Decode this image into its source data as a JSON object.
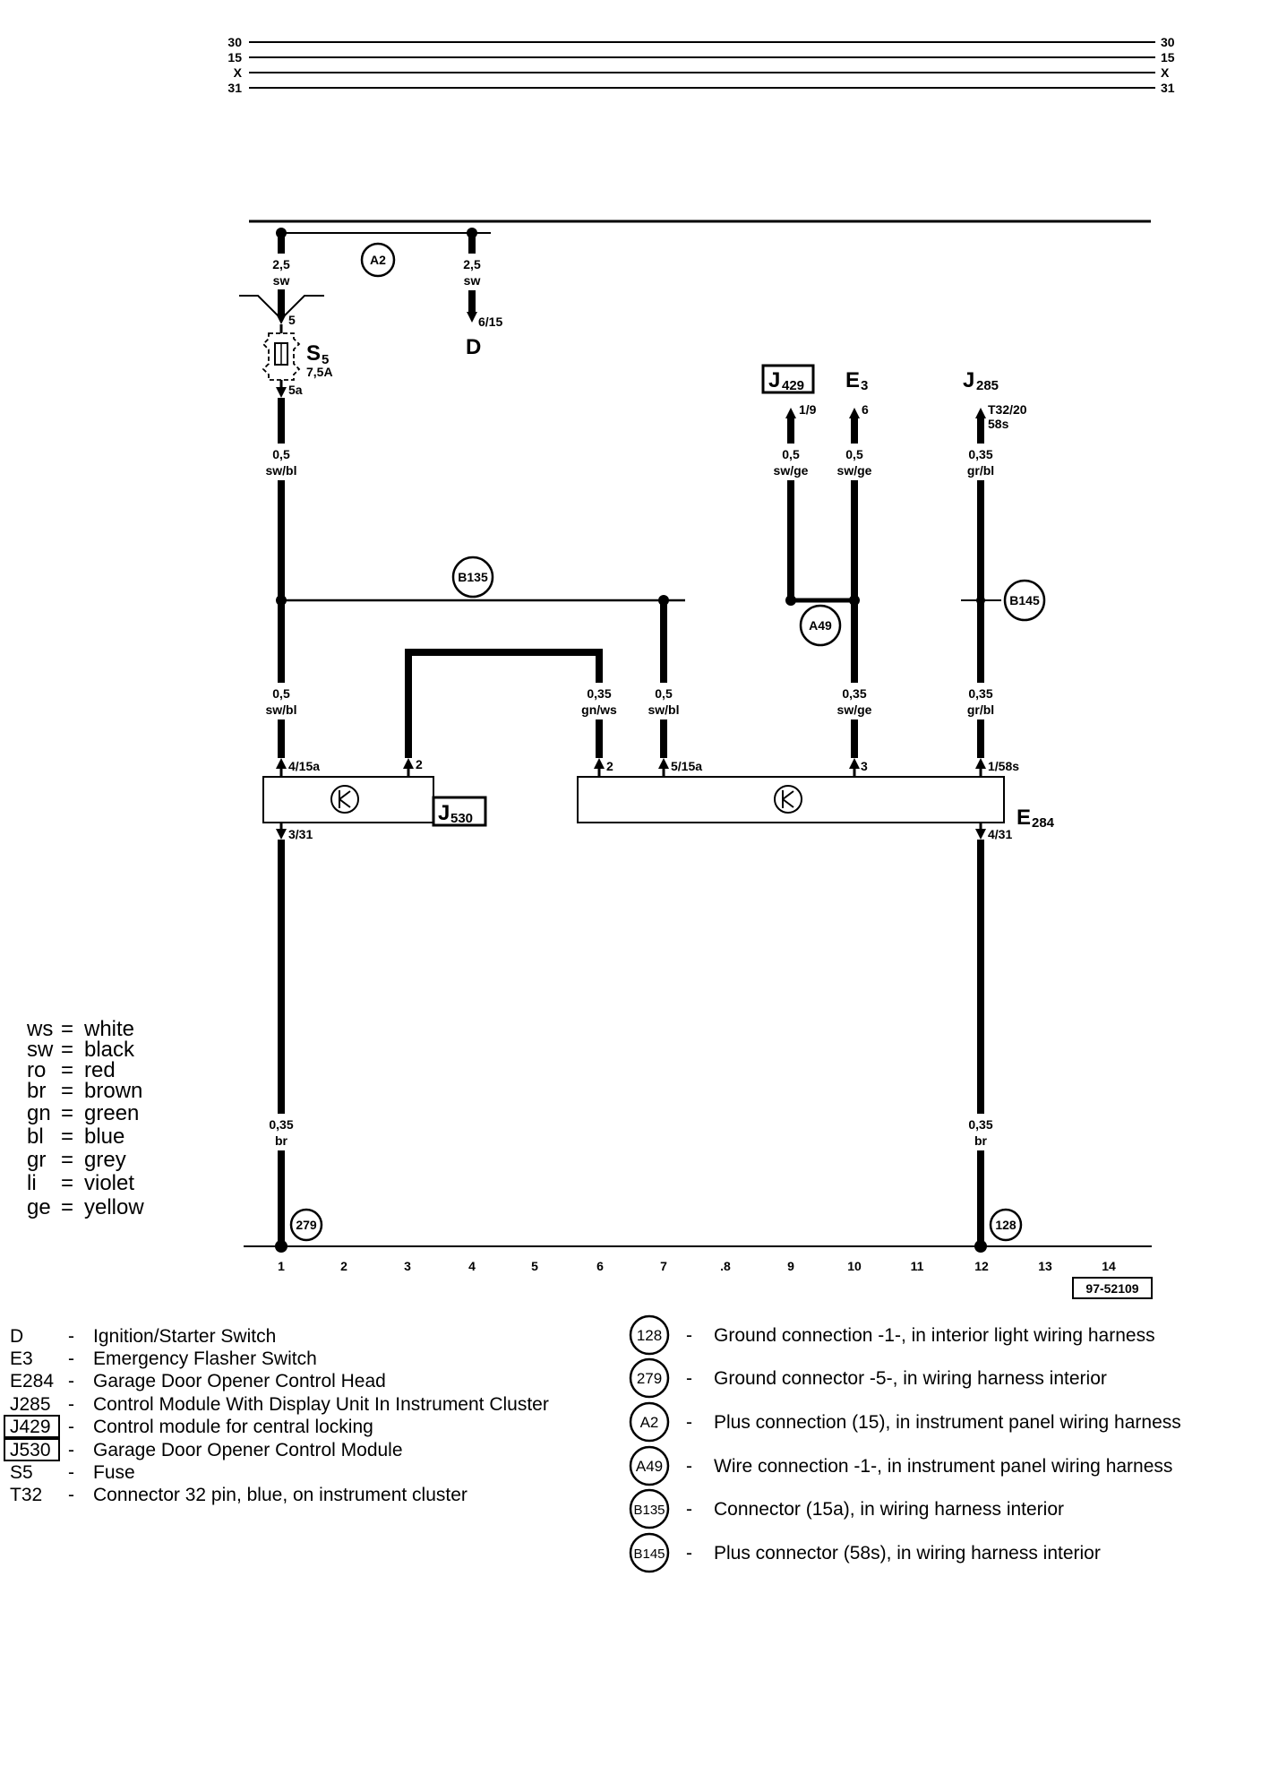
{
  "rails": {
    "left": [
      "30",
      "15",
      "X",
      "31"
    ],
    "right": [
      "30",
      "15",
      "X",
      "31"
    ]
  },
  "components": {
    "d": {
      "name": "D",
      "pin": "6/15"
    },
    "s5": {
      "name": "S",
      "sub": "5",
      "rating": "7,5A",
      "pin_top": "5",
      "pin_bottom": "5a"
    },
    "j429": {
      "name": "J",
      "sub": "429",
      "pin": "1/9"
    },
    "e3": {
      "name": "E",
      "sub": "3",
      "pin": "6"
    },
    "j285": {
      "name": "J",
      "sub": "285",
      "pin": "T32/20",
      "pin2": "58s"
    },
    "j530": {
      "name": "J",
      "sub": "530",
      "pin_left": "4/15a",
      "pin_mid": "2",
      "pin_bottom": "3/31"
    },
    "e284": {
      "name": "E",
      "sub": "284",
      "pin_left": "2",
      "pin_b135": "5/15a",
      "pin_e3": "3",
      "pin_right": "1/58s",
      "pin_bottom": "4/31"
    }
  },
  "wires": [
    {
      "size": "2,5",
      "color": "sw"
    },
    {
      "size": "2,5",
      "color": "sw"
    },
    {
      "size": "0,5",
      "color": "sw/bl"
    },
    {
      "size": "0,5",
      "color": "sw/ge"
    },
    {
      "size": "0,5",
      "color": "sw/ge"
    },
    {
      "size": "0,35",
      "color": "gr/bl"
    },
    {
      "size": "0,5",
      "color": "sw/bl"
    },
    {
      "size": "0,35",
      "color": "gn/ws"
    },
    {
      "size": "0,5",
      "color": "sw/bl"
    },
    {
      "size": "0,35",
      "color": "sw/ge"
    },
    {
      "size": "0,35",
      "color": "gr/bl"
    },
    {
      "size": "0,35",
      "color": "br"
    },
    {
      "size": "0,35",
      "color": "br"
    }
  ],
  "connections": {
    "a2": "A2",
    "b135": "B135",
    "a49": "A49",
    "b145": "B145",
    "g279": "279",
    "g128": "128"
  },
  "track_numbers": [
    "1",
    "2",
    "3",
    "4",
    "5",
    "6",
    "7",
    ".8",
    "9",
    "10",
    "11",
    "12",
    "13",
    "14"
  ],
  "diagram_code": "97-52109",
  "color_key": [
    {
      "code": "ws",
      "name": "white"
    },
    {
      "code": "sw",
      "name": "black"
    },
    {
      "code": "ro",
      "name": "red"
    },
    {
      "code": "br",
      "name": "brown"
    },
    {
      "code": "gn",
      "name": "green"
    },
    {
      "code": "bl",
      "name": "blue"
    },
    {
      "code": "gr",
      "name": "grey"
    },
    {
      "code": "li",
      "name": "violet"
    },
    {
      "code": "ge",
      "name": "yellow"
    }
  ],
  "component_legend": [
    {
      "code": "D",
      "desc": "Ignition/Starter Switch",
      "boxed": false
    },
    {
      "code": "E3",
      "desc": "Emergency Flasher Switch",
      "boxed": false
    },
    {
      "code": "E284",
      "desc": "Garage Door Opener Control Head",
      "boxed": false
    },
    {
      "code": "J285",
      "desc": "Control Module With Display Unit In Instrument Cluster",
      "boxed": false
    },
    {
      "code": "J429",
      "desc": "Control module for central locking",
      "boxed": true
    },
    {
      "code": "J530",
      "desc": "Garage Door Opener Control Module",
      "boxed": true
    },
    {
      "code": "S5",
      "desc": "Fuse",
      "boxed": false
    },
    {
      "code": "T32",
      "desc": "Connector 32 pin, blue, on instrument cluster",
      "boxed": false
    }
  ],
  "connection_legend": [
    {
      "code": "128",
      "desc": "Ground connection -1-, in interior light wiring harness"
    },
    {
      "code": "279",
      "desc": "Ground connector -5-, in wiring harness interior"
    },
    {
      "code": "A2",
      "desc": "Plus connection (15), in instrument panel wiring harness"
    },
    {
      "code": "A49",
      "desc": "Wire connection -1-, in instrument panel wiring harness"
    },
    {
      "code": "B135",
      "desc": "Connector (15a), in wiring harness interior"
    },
    {
      "code": "B145",
      "desc": "Plus connector (58s), in wiring harness interior"
    }
  ],
  "dash": "-"
}
